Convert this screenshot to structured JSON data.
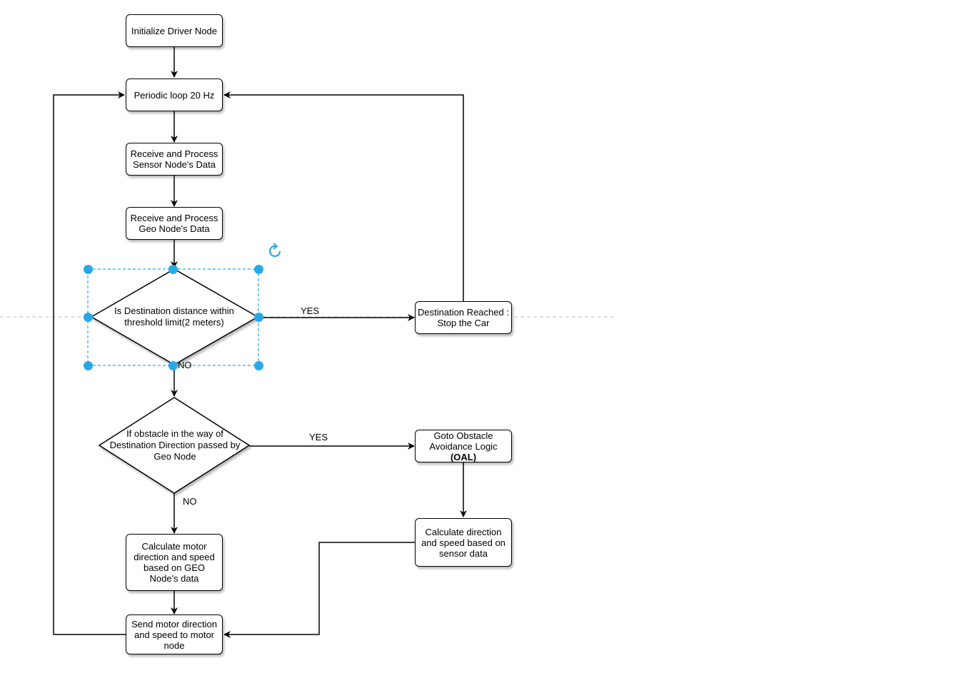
{
  "nodes": {
    "init": "Initialize Driver Node",
    "loop": "Periodic loop 20 Hz",
    "sensor": "Receive and Process Sensor Node's Data",
    "geo": "Receive and Process Geo Node's Data",
    "decision_destination": "Is Destination distance within threshold limit(2 meters)",
    "destination_reached": "Destination Reached : Stop the Car",
    "decision_obstacle": "If obstacle in the way of Destination Direction passed by Geo Node",
    "goto_oal": "Goto Obstacle Avoidance Logic",
    "goto_oal_bold": "(OAL)",
    "calc_sensor": "Calculate direction and speed based on sensor data",
    "calc_geo": "Calculate motor direction and speed based on GEO Node's data",
    "send_motor": "Send motor direction and speed to motor node"
  },
  "edge_labels": {
    "yes_destination": "YES",
    "no_destination": "NO",
    "yes_obstacle": "YES",
    "no_obstacle": "NO"
  },
  "colors": {
    "selection": "#29a8e9",
    "guide": "#bfbfbf",
    "stroke": "#000000"
  }
}
